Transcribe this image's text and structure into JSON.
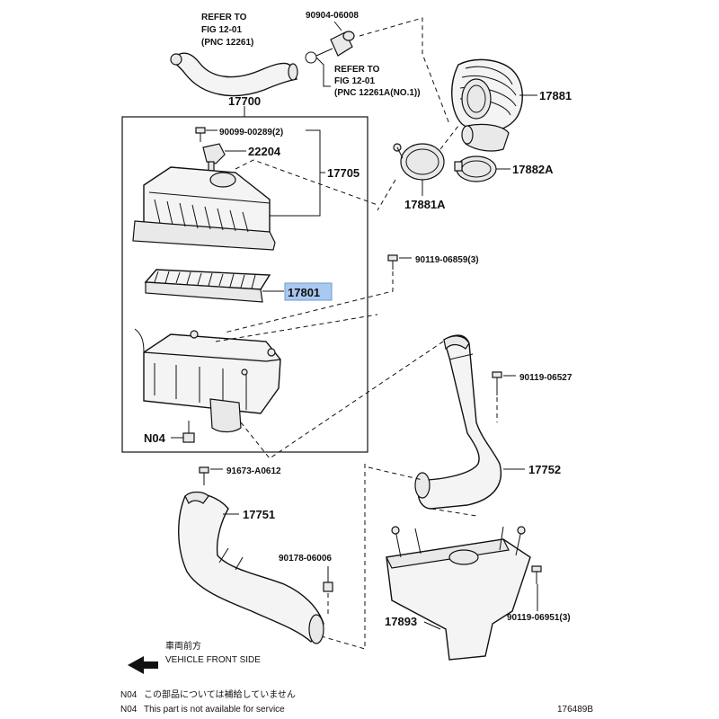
{
  "refer_top": {
    "line1": "REFER TO",
    "line2": "FIG 12-01",
    "line3": "(PNC 12261)"
  },
  "refer_mid": {
    "line1": "REFER TO",
    "line2": "FIG 12-01",
    "line3": "(PNC 12261A(NO.1))"
  },
  "parts": {
    "p90904": "90904-06008",
    "p17700": "17700",
    "p17881": "17881",
    "p90099": "90099-00289(2)",
    "p22204": "22204",
    "p17705": "17705",
    "p17882A": "17882A",
    "p17881A": "17881A",
    "p90119_06859": "90119-06859(3)",
    "p17801": "17801",
    "p90119_06527": "90119-06527",
    "pN04": "N04",
    "p17752": "17752",
    "p91673": "91673-A0612",
    "p17751": "17751",
    "p90178": "90178-06006",
    "p17893": "17893",
    "p90119_06951": "90119-06951(3)"
  },
  "direction": {
    "jp": "車両前方",
    "en": "VEHICLE FRONT SIDE"
  },
  "notes": {
    "jp_code": "N04",
    "jp_text": "この部品については補給していません",
    "en_code": "N04",
    "en_text": "This part is not available for service"
  },
  "figure_id": "176489B",
  "colors": {
    "highlight": "#a9c9f0",
    "line": "#111111"
  }
}
